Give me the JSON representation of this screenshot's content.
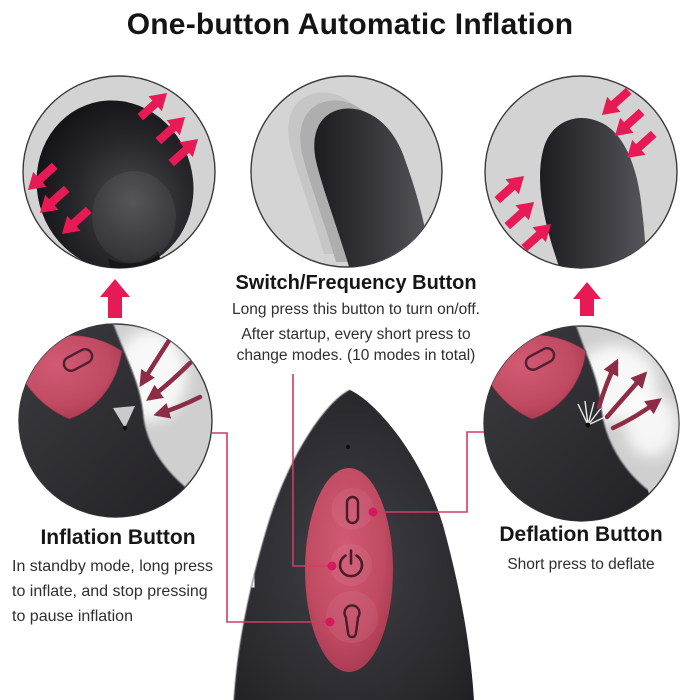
{
  "title": "One-button Automatic Inflation",
  "sections": {
    "switch": {
      "heading": "Switch/Frequency Button",
      "para1": "Long press this button to turn on/off.",
      "para2_line1": "After startup, every short press to",
      "para2_line2": "change modes. (10 modes in total)"
    },
    "inflation": {
      "heading": "Inflation Button",
      "line1": "In standby mode, long press",
      "line2": "to inflate, and stop pressing",
      "line3": "to pause inflation"
    },
    "deflation": {
      "heading": "Deflation Button",
      "line1": "Short press to deflate"
    }
  },
  "icons": {
    "power_icon": "power-symbol",
    "deflate_button_icon": "pill-outline",
    "inflate_button_icon": "keyhole-outline",
    "inflate_air_arrows": "arrows-inward",
    "deflate_air_arrows": "arrows-outward",
    "expand_arrows": "arrows-expanding",
    "shrink_arrows": "arrows-shrinking",
    "up_arrow": "arrow-up"
  },
  "colors": {
    "accent_pink": "#e81a55",
    "callout_line": "#d23b63",
    "callout_dot": "#d6195c",
    "dark_red_arrow": "#8d2c45",
    "button_panel_red": "#c24f68",
    "device_body": "#2b2a2f",
    "circle_background": "#d2d2d2",
    "text": "#1c1c1c",
    "background": "#ffffff"
  }
}
